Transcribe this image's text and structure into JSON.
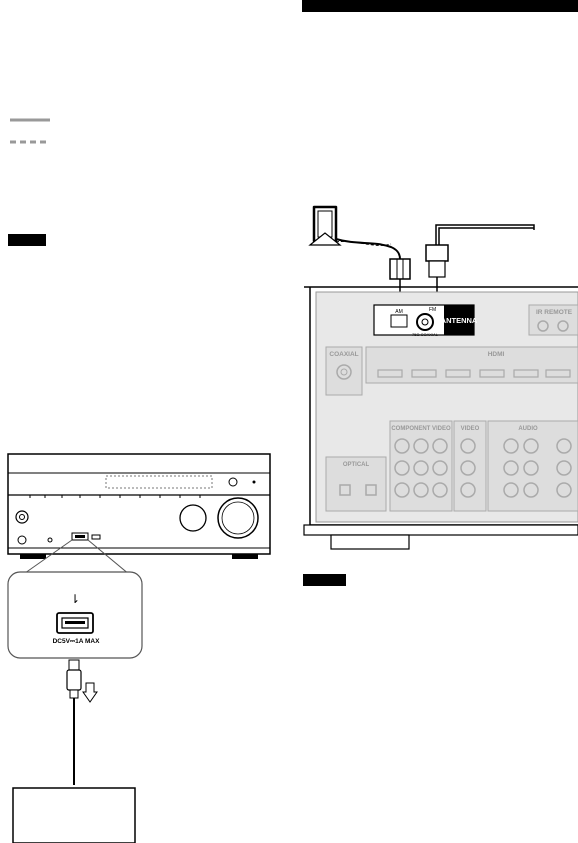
{
  "usb_closeup": {
    "usb_symbol": "⇂",
    "rating_label": "DC5V⎓1A MAX"
  },
  "antenna_panel": {
    "antenna_label": "ANTENNA",
    "am_port_label": "AM",
    "fm_port_label": "FM",
    "fm_impedance_label": "75Ω COAXIAL",
    "ir_remote_label": "IR REMOTE",
    "coaxial_label": "COAXIAL",
    "hdmi_label": "HDMI",
    "component_video_label": "COMPONENT VIDEO",
    "video_label": "VIDEO",
    "audio_label": "AUDIO",
    "optical_label": "OPTICAL"
  },
  "colors": {
    "black": "#000000",
    "panel_grey": "#bdbdbd",
    "light_grey": "#dcdcdc"
  }
}
